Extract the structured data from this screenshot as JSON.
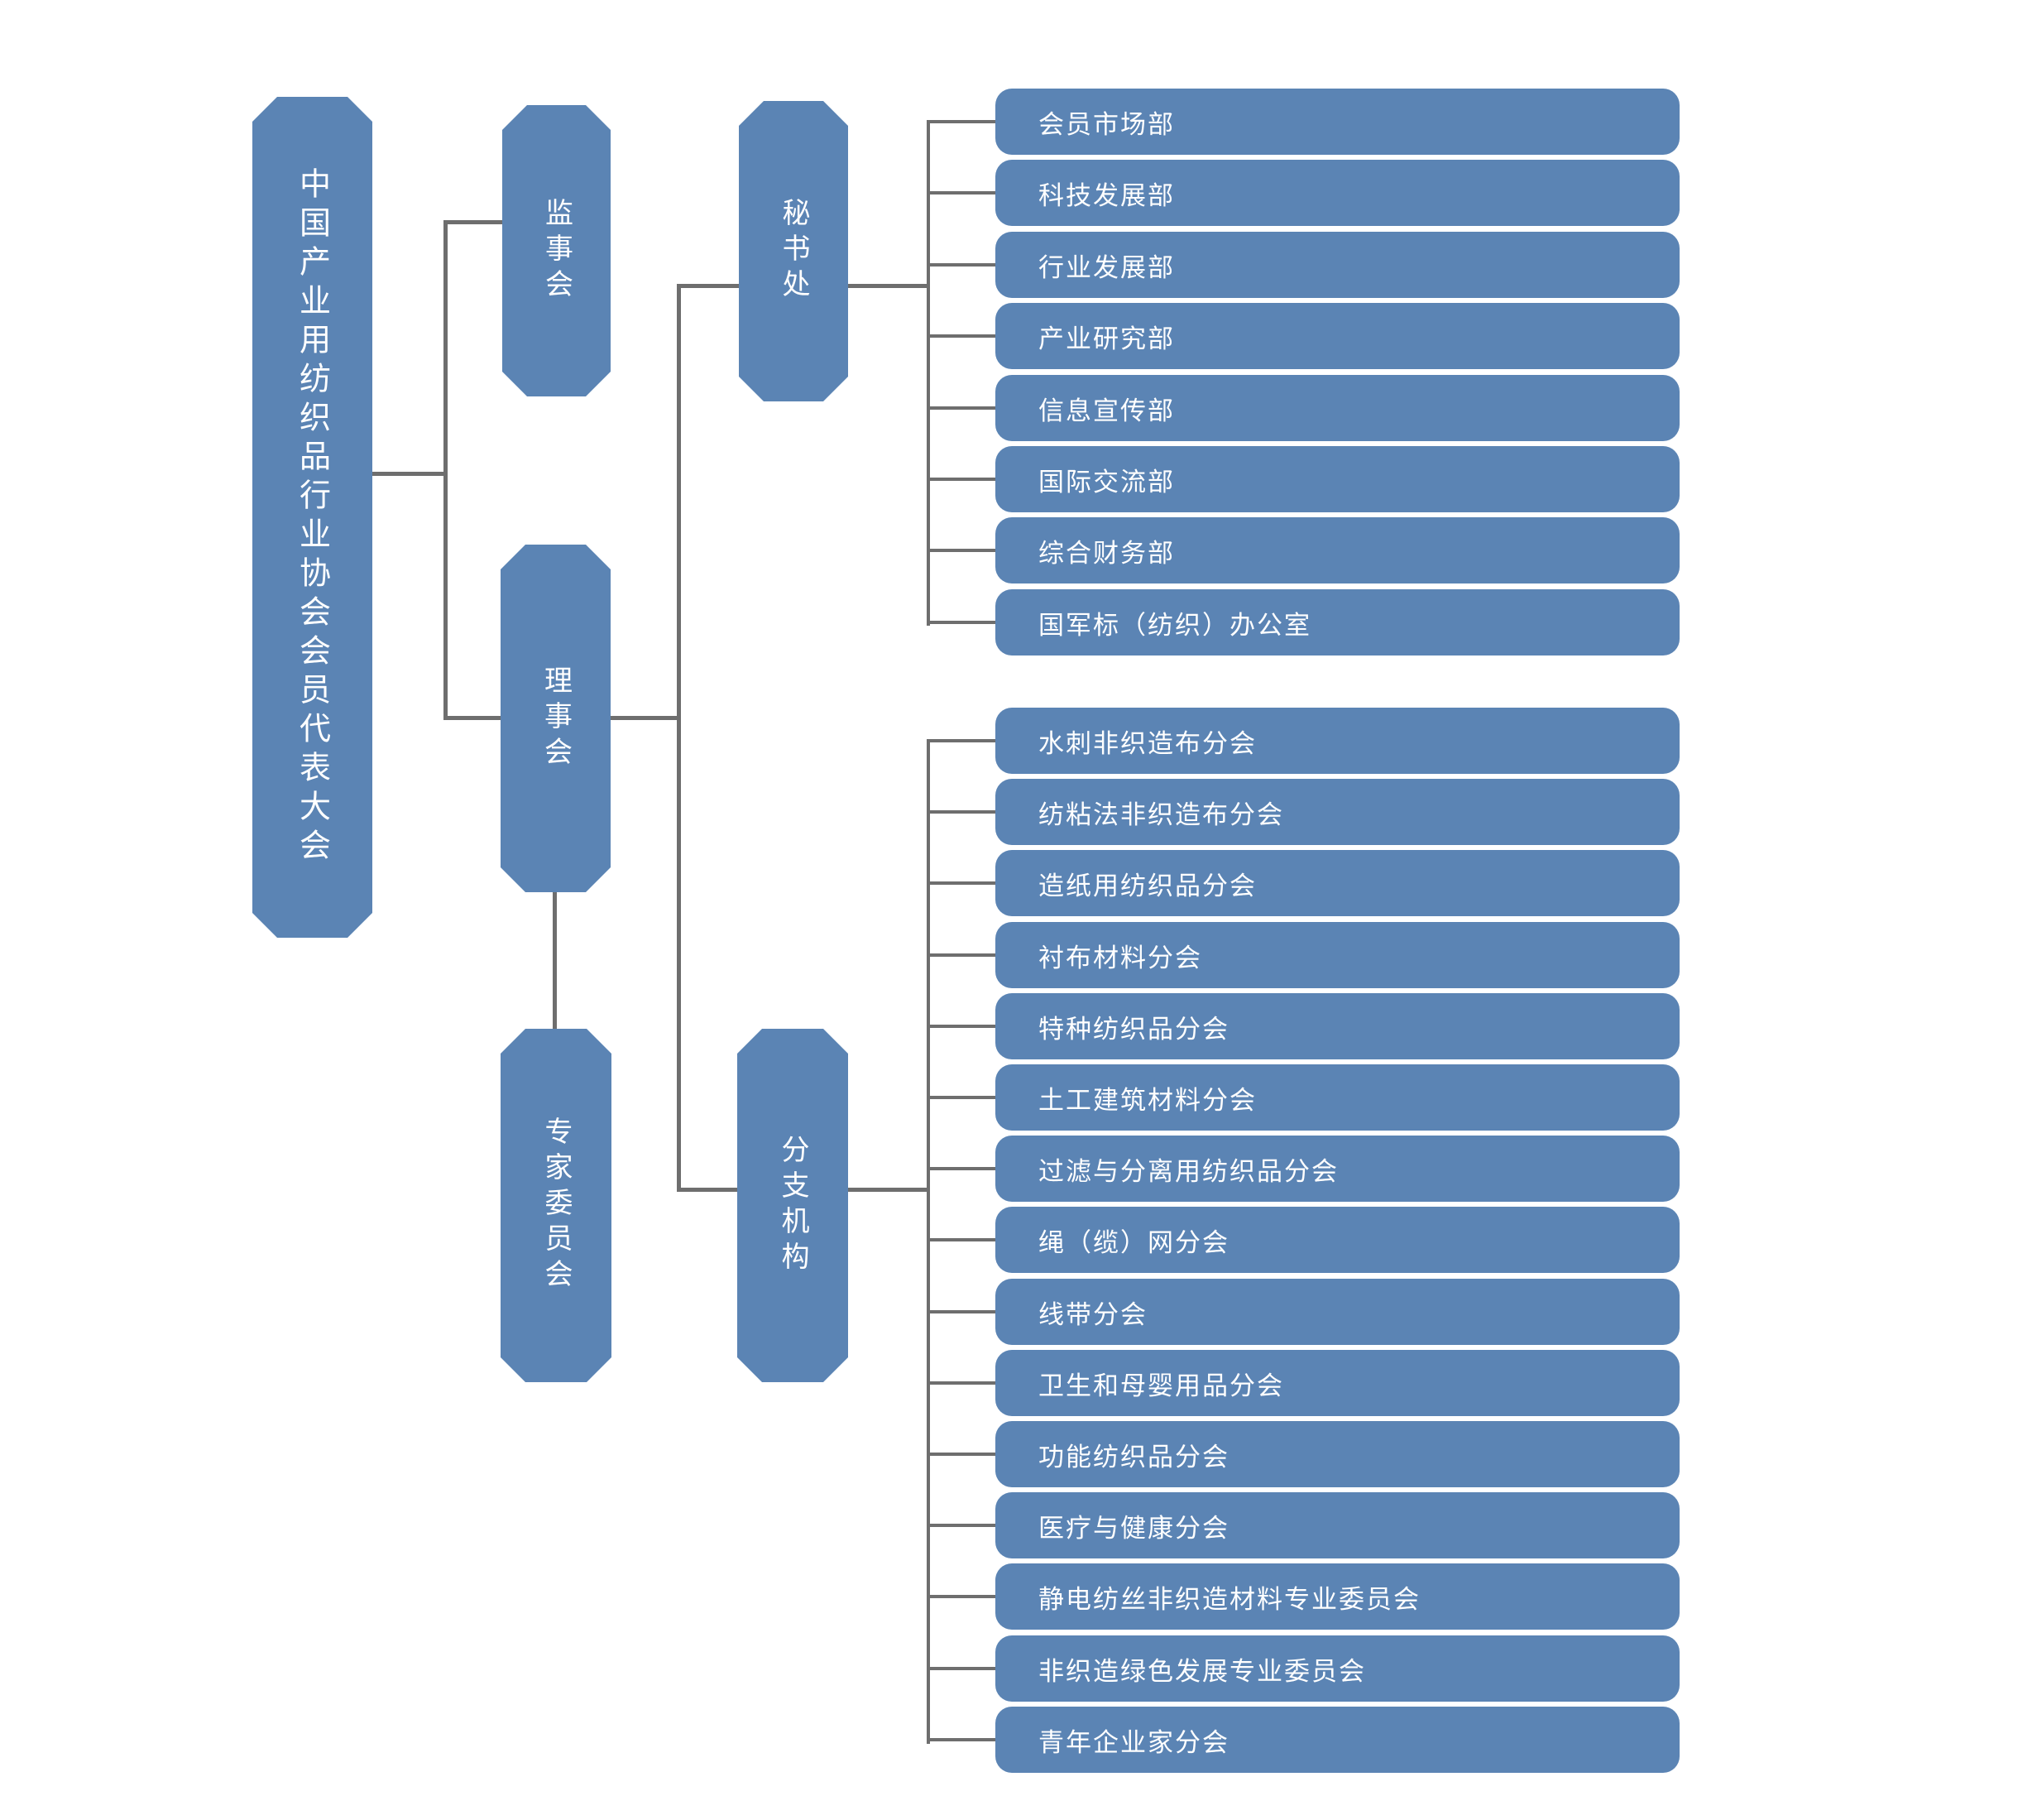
{
  "colors": {
    "box_fill": "#5b84b4",
    "line": "#6e6e6e",
    "text": "#ffffff",
    "background": "#ffffff"
  },
  "root": {
    "label": "中国产业用纺织品行业协会会员代表大会"
  },
  "supervisory_board": {
    "label": "监事会"
  },
  "council": {
    "label": "理事会"
  },
  "expert_committee": {
    "label": "专家委员会"
  },
  "secretariat": {
    "label": "秘书处",
    "departments": [
      "会员市场部",
      "科技发展部",
      "行业发展部",
      "产业研究部",
      "信息宣传部",
      "国际交流部",
      "综合财务部",
      "国军标（纺织）办公室"
    ]
  },
  "branches": {
    "label": "分支机构",
    "items": [
      "水刺非织造布分会",
      "纺粘法非织造布分会",
      "造纸用纺织品分会",
      "衬布材料分会",
      "特种纺织品分会",
      "土工建筑材料分会",
      "过滤与分离用纺织品分会",
      "绳（缆）网分会",
      "线带分会",
      "卫生和母婴用品分会",
      "功能纺织品分会",
      "医疗与健康分会",
      "静电纺丝非织造材料专业委员会",
      "非织造绿色发展专业委员会",
      "青年企业家分会"
    ]
  }
}
